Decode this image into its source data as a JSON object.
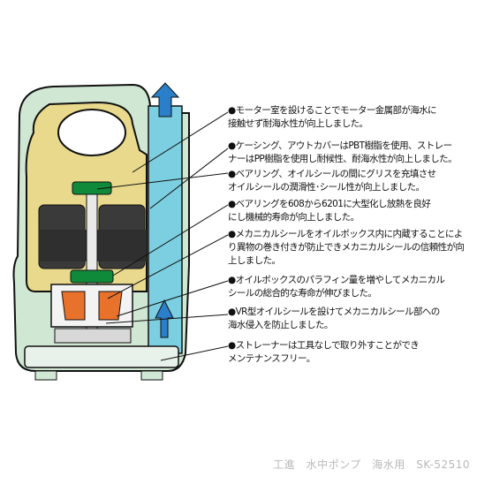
{
  "colors": {
    "outline": "#111111",
    "housing": "#cfe7d3",
    "motor_chamber": "#e8d98c",
    "water": "#7ccfe0",
    "winding": "#2f2f2f",
    "seal": "#e8722b",
    "green_seal": "#0f8a3a",
    "arrow": "#2a7fc8",
    "footer": "#b8b8b8"
  },
  "icons": [
    "upward-flow-arrow",
    "inlet-flow-arrow"
  ],
  "annotations": [
    {
      "bullet": "●",
      "lines": [
        "モーター室を設けることでモーター金属部が海水に",
        "接触せず耐海水性が向上しました。"
      ]
    },
    {
      "bullet": "●",
      "lines": [
        "ケーシング、アウトカバーはPBT樹脂を使用、ストレー",
        "ナーはPP樹脂を使用し耐候性、耐海水性が向上しました。"
      ]
    },
    {
      "bullet": "●",
      "lines": [
        "ベアリング、オイルシールの間にグリスを充填させ",
        "オイルシールの潤滑性･シール性が向上しました。"
      ]
    },
    {
      "bullet": "●",
      "lines": [
        "ベアリングを608から6201に大型化し放熱を良好",
        "にし機械的寿命が向上しました。"
      ]
    },
    {
      "bullet": "●",
      "lines": [
        "メカニカルシールをオイルボックス内に内蔵することにより異物の巻き付きが防止できメカニカルシールの信頼性が向上しました。"
      ]
    },
    {
      "bullet": "●",
      "lines": [
        "オイルボックスのパラフィン量を増やしてメカニカル",
        "シールの総合的な寿命が伸びました。"
      ]
    },
    {
      "bullet": "●",
      "lines": [
        "VR型オイルシールを設けてメカニカルシール部への",
        "海水侵入を防止しました。"
      ]
    },
    {
      "bullet": "●",
      "lines": [
        "ストレーナーは工具なしで取り外すことができ",
        "メンテナンスフリー。"
      ]
    }
  ],
  "footer_text": "工進　水中ポンプ　海水用　SK-52510"
}
